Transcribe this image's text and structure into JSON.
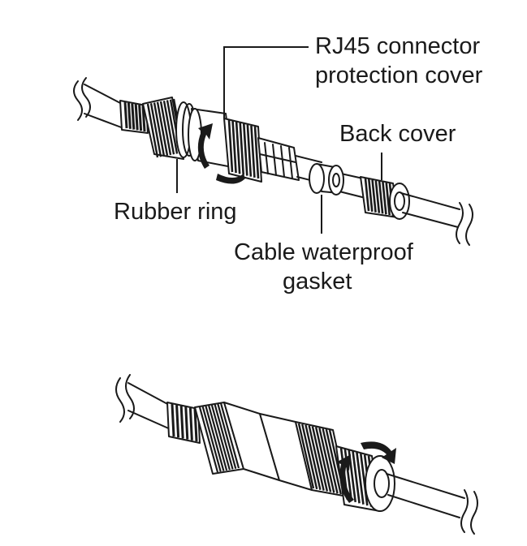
{
  "labels": {
    "rj45_line1": "RJ45 connector",
    "rj45_line2": "protection cover",
    "back_cover": "Back cover",
    "rubber_ring": "Rubber ring",
    "gasket_line1": "Cable waterproof",
    "gasket_line2": "gasket"
  },
  "colors": {
    "ink": "#1a1a1a",
    "background": "#ffffff"
  },
  "icons": [
    "rotate-arrow-icon",
    "rotate-arrow-icon"
  ]
}
